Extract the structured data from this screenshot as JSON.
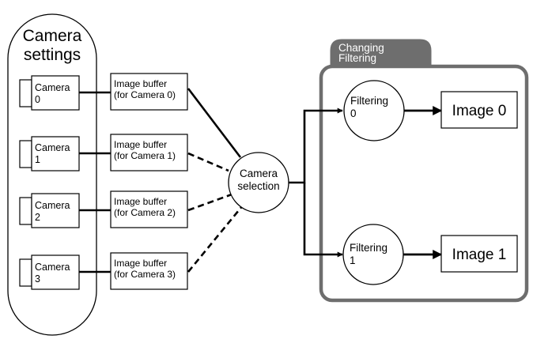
{
  "diagram": {
    "settings_group": {
      "line1": "Camera",
      "line2": "settings"
    },
    "cameras": [
      {
        "name": "Camera",
        "index": "0",
        "buffer_line1": "Image buffer",
        "buffer_line2": "(for Camera 0)",
        "link": "solid"
      },
      {
        "name": "Camera",
        "index": "1",
        "buffer_line1": "Image buffer",
        "buffer_line2": "(for Camera 1)",
        "link": "dashed"
      },
      {
        "name": "Camera",
        "index": "2",
        "buffer_line1": "Image buffer",
        "buffer_line2": "(for Camera 2)",
        "link": "dashed"
      },
      {
        "name": "Camera",
        "index": "3",
        "buffer_line1": "Image buffer",
        "buffer_line2": "(for Camera 3)",
        "link": "dashed"
      }
    ],
    "selector": {
      "line1": "Camera",
      "line2": "selection"
    },
    "filter_group": {
      "line1": "Changing",
      "line2": "Filtering"
    },
    "filters": [
      {
        "line1": "Filtering",
        "line2": "0",
        "output": "Image 0"
      },
      {
        "line1": "Filtering",
        "line2": "1",
        "output": "Image 1"
      }
    ],
    "colors": {
      "stroke": "#000000",
      "group_border": "#6e6e6e",
      "tab_fill": "#6e6e6e",
      "tab_text": "#ffffff"
    }
  }
}
